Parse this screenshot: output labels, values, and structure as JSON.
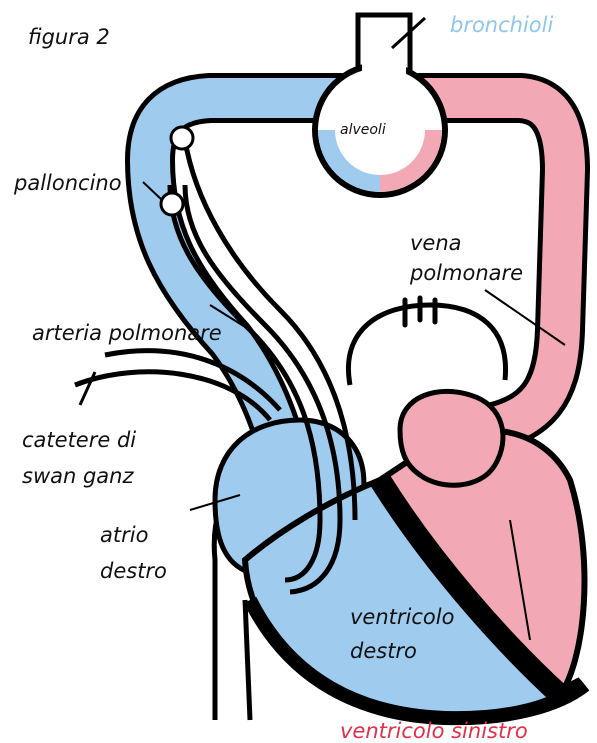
{
  "figure": {
    "title": "figura 2",
    "labels": {
      "bronchioli": "bronchioli",
      "alveoli": "alveoli",
      "palloncino": "palloncino",
      "vena_polmonare_1": "vena",
      "vena_polmonare_2": "polmonare",
      "arteria_polmonare": "arteria polmonare",
      "catetere_1": "catetere di",
      "catetere_2": "swan ganz",
      "atrio_1": "atrio",
      "atrio_2": "destro",
      "ventricolo_destro_1": "ventricolo",
      "ventricolo_destro_2": "destro",
      "ventricolo_sinistro": "ventricolo sinistro"
    },
    "colors": {
      "deoxygenated": "#9fcbef",
      "oxygenated": "#f2a9b5",
      "outline": "#000000",
      "label_blue": "#8ec6ee",
      "label_red": "#e0304a"
    }
  }
}
